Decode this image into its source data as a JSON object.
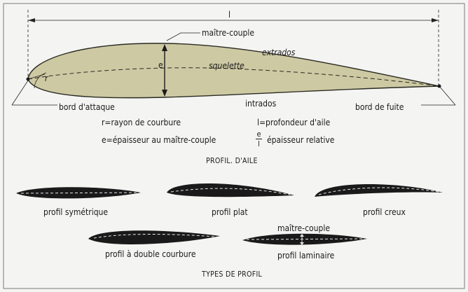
{
  "wing_profile": {
    "length_label": "l",
    "master_couple": "maître-couple",
    "thickness_label": "e",
    "extrados": "extrados",
    "skeleton": "squelette",
    "radius_label": "r",
    "intrados": "intrados",
    "leading_edge": "bord d'attaque",
    "trailing_edge": "bord de fuite",
    "colors": {
      "fill": "#cdc9a3",
      "stroke": "#2a2a22"
    }
  },
  "legend": {
    "radius_def": "r=rayon de courbure",
    "thickness_def": "e=épaisseur au maître-couple",
    "depth_def": "l=profondeur d'aile",
    "ratio_num": "e",
    "ratio_den": "l",
    "ratio_text": "épaisseur relative"
  },
  "section_titles": {
    "wing_profile": "PROFIL. D'AILE",
    "profile_types": "TYPES DE PROFIL"
  },
  "profile_types": {
    "symmetric": "profil symétrique",
    "flat": "profil plat",
    "hollow": "profil creux",
    "double_curve": "profil à double courbure",
    "laminar_master_couple": "maître-couple",
    "laminar": "profil laminaire",
    "colors": {
      "silhouette": "#1a1a1a",
      "midline": "#e8e8e8"
    }
  }
}
